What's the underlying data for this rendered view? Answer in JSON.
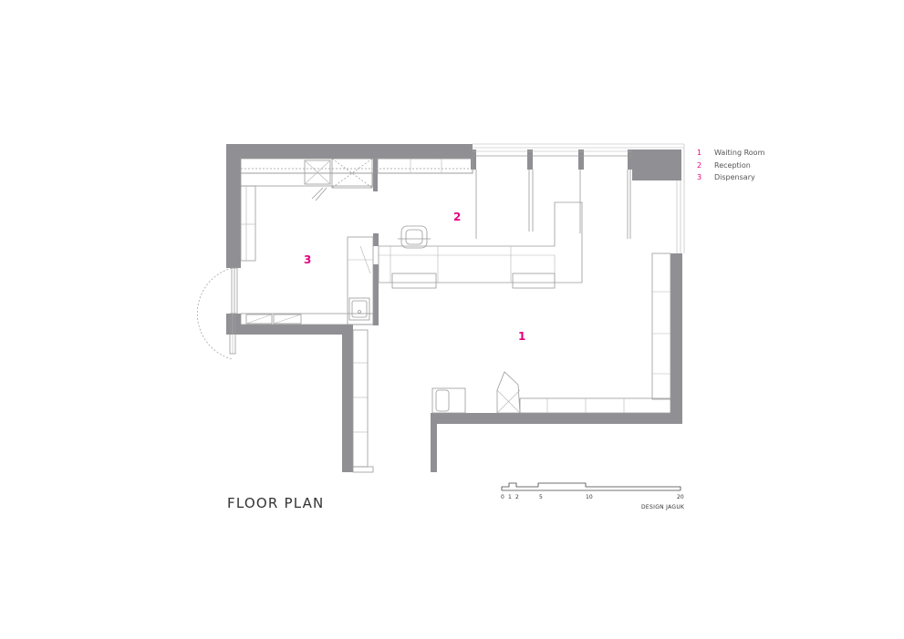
{
  "title": "FLOOR PLAN",
  "credit": "DESIGN JAGUK",
  "accent_color": "#e6007e",
  "wall_color": "#8f8f94",
  "rooms": [
    {
      "num": "1",
      "name": "Waiting Room"
    },
    {
      "num": "2",
      "name": "Reception"
    },
    {
      "num": "3",
      "name": "Dispensary"
    }
  ],
  "scale": {
    "ticks": [
      "0",
      "1",
      "2",
      "5",
      "10",
      "20"
    ]
  }
}
